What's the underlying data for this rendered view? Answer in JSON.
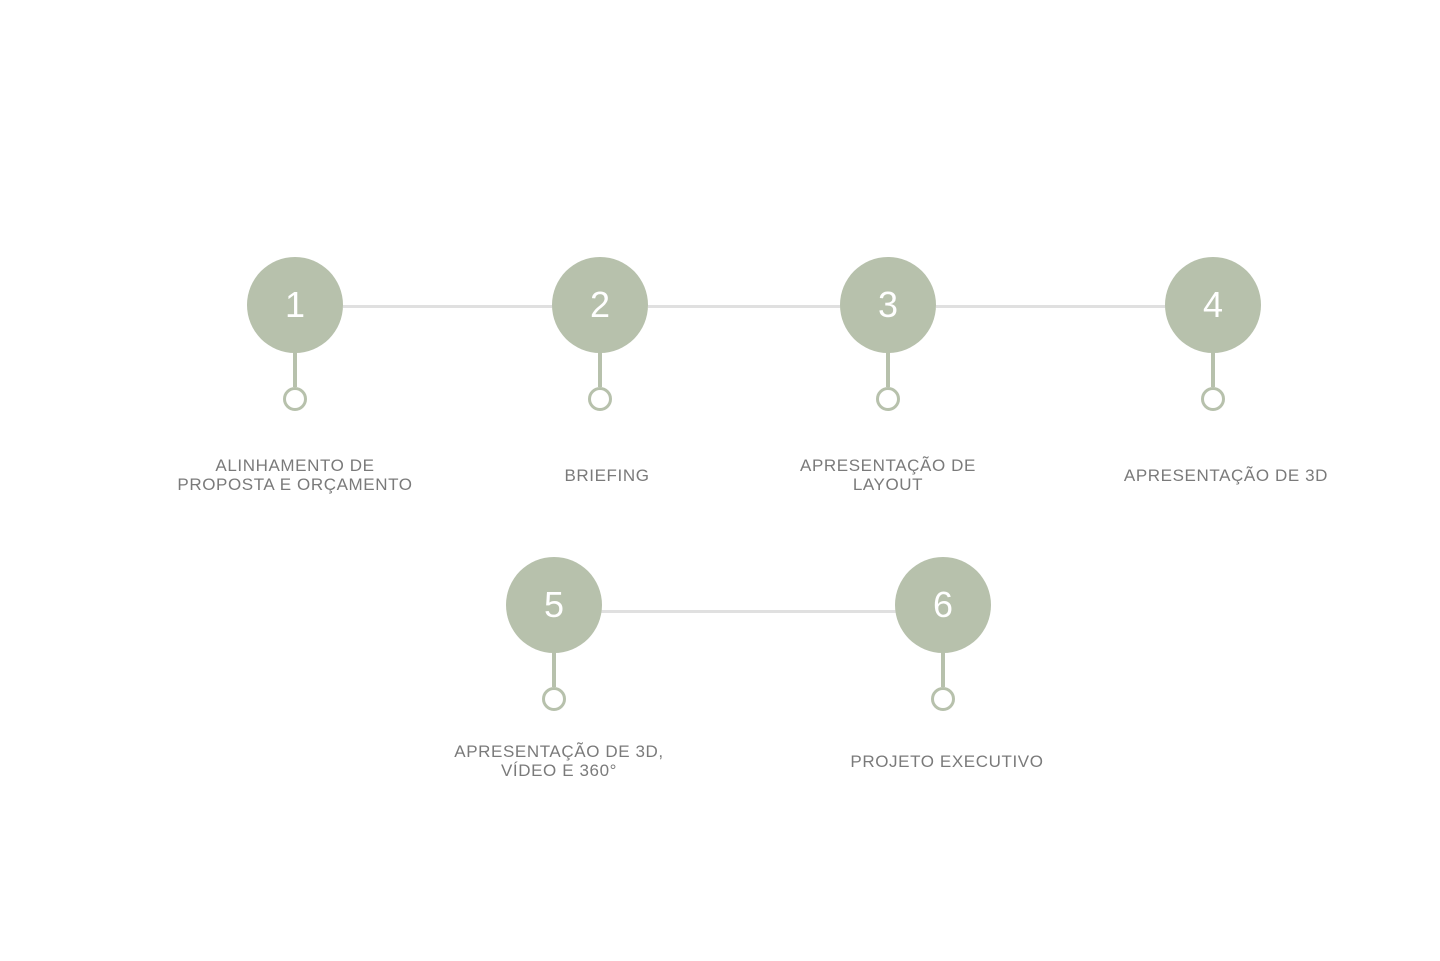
{
  "colors": {
    "accent": "#b7c1ac",
    "connector": "#e0e0e0",
    "label_text": "#7a7a7a",
    "number_text": "#ffffff",
    "background": "#ffffff"
  },
  "steps": [
    {
      "number": "1",
      "label": "ALINHAMENTO DE\nPROPOSTA E ORÇAMENTO"
    },
    {
      "number": "2",
      "label": "BRIEFING"
    },
    {
      "number": "3",
      "label": "APRESENTAÇÃO DE\nLAYOUT"
    },
    {
      "number": "4",
      "label": "APRESENTAÇÃO DE 3D"
    },
    {
      "number": "5",
      "label": "APRESENTAÇÃO DE 3D,\nVÍDEO E 360°"
    },
    {
      "number": "6",
      "label": "PROJETO EXECUTIVO"
    }
  ]
}
